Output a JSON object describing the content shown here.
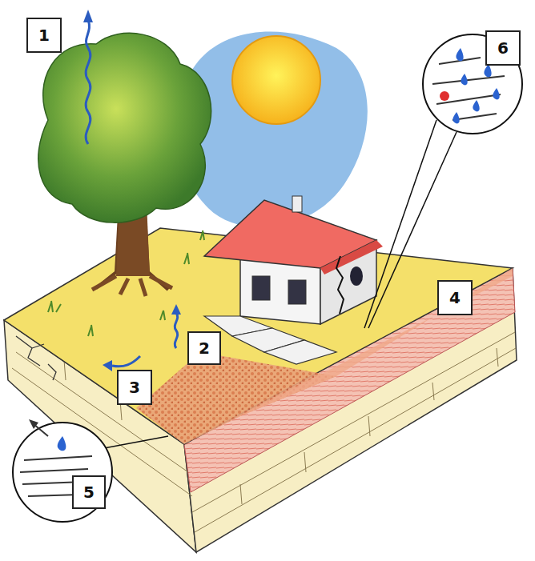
{
  "diagram": {
    "nodes": [
      {
        "text": [
          "1"
        ]
      },
      {
        "text": [
          "6"
        ]
      },
      {
        "text": [
          "4"
        ]
      },
      {
        "text": [
          "2"
        ]
      },
      {
        "text": [
          "3"
        ]
      },
      {
        "text": [
          "5"
        ]
      }
    ]
  }
}
